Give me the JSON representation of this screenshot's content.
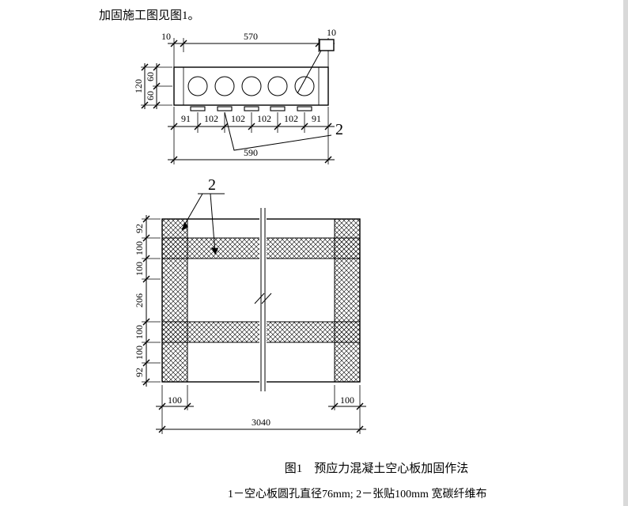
{
  "texts": {
    "intro": "加固施工图见图1。",
    "caption": "图1　预应力混凝土空心板加固作法",
    "legend": "1－空心板圆孔直径76mm; 2－张贴100mm 宽碳纤维布"
  },
  "section": {
    "top": {
      "left10": "10",
      "span": "570",
      "right10": "10"
    },
    "left": {
      "total": "120",
      "upper": "60",
      "lower": "60"
    },
    "strip_dims": [
      "91",
      "102",
      "102",
      "102",
      "102",
      "91"
    ],
    "overall": "590",
    "leader": "2"
  },
  "plan": {
    "left_dims": [
      "92",
      "100",
      "100",
      "206",
      "100",
      "100",
      "92"
    ],
    "bottom_left": "100",
    "bottom_right": "100",
    "overall": "3040",
    "leader": "2"
  },
  "colors": {
    "line": "#000000",
    "paper": "#ffffff",
    "edge": "#d9d9d9"
  }
}
